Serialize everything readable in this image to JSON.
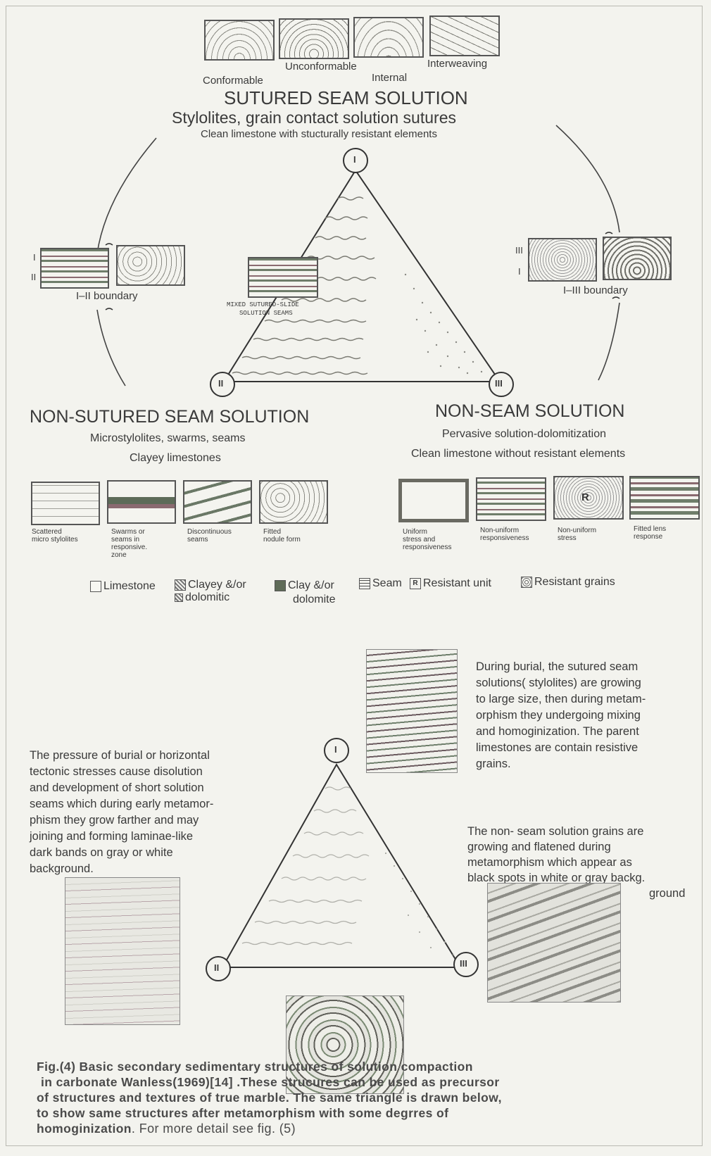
{
  "top_thumbnails": {
    "labels": [
      "Conformable",
      "Unconformable",
      "Internal",
      "Interweaving"
    ]
  },
  "sutured": {
    "title": "SUTURED SEAM SOLUTION",
    "subtitle": "Stylolites, grain contact solution sutures",
    "desc": "Clean limestone with stucturally resistant elements"
  },
  "vertices": {
    "i": "I",
    "ii": "II",
    "iii": "III"
  },
  "boundaries": {
    "i_ii": {
      "label": "I–II boundary",
      "roman_top": "I",
      "roman_bottom": "II"
    },
    "i_iii": {
      "label": "I–III boundary",
      "roman_top": "III",
      "roman_bottom": "I"
    }
  },
  "mixed_label_line1": "MIXED SUTURED-SLIDE",
  "mixed_label_line2": "SOLUTION SEAMS",
  "non_sutured": {
    "title": "NON-SUTURED SEAM SOLUTION",
    "subtitle": "Microstylolites, swarms, seams",
    "desc": "Clayey limestones",
    "items": [
      {
        "line1": "Scattered",
        "line2": "micro stylolites",
        "line3": "",
        "line4": ""
      },
      {
        "line1": "Swarms or",
        "line2": "seams in",
        "line3": "responsive.",
        "line4": "zone"
      },
      {
        "line1": "Discontinuous",
        "line2": "seams",
        "line3": "",
        "line4": ""
      },
      {
        "line1": "Fitted",
        "line2": "nodule form",
        "line3": "",
        "line4": ""
      }
    ]
  },
  "non_seam": {
    "title": "NON-SEAM SOLUTION",
    "subtitle": "Pervasive solution-dolomitization",
    "desc": "Clean limestone without resistant elements",
    "items": [
      {
        "line1": "Uniform",
        "line2": "stress and",
        "line3": "responsiveness"
      },
      {
        "line1": "Non-uniform",
        "line2": "responsiveness",
        "line3": ""
      },
      {
        "line1": "Non-uniform",
        "line2": "stress",
        "line3": ""
      },
      {
        "line1": "Fitted lens",
        "line2": "response",
        "line3": ""
      }
    ],
    "r_mark": "R"
  },
  "legend": {
    "limestone": "Limestone",
    "clayey_l1": "Clayey &/or",
    "clayey_l2": "dolomitic",
    "clay_l1": "Clay &/or",
    "clay_l2": "dolomite",
    "seam": "Seam",
    "resistant_unit": "Resistant unit",
    "resistant_unit_mark": "R",
    "resistant_grains": "Resistant grains"
  },
  "lower": {
    "text_right_top": [
      "During  burial, the sutured seam",
      "solutions( stylolites) are growing",
      "to large size, then during metam-",
      "orphism they undergoing  mixing",
      "and homoginization. The parent",
      "limestones are contain resistive",
      "grains."
    ],
    "text_left": [
      "The pressure of burial or horizontal",
      "tectonic stresses cause disolution",
      "and  development of short solution",
      "seams which during early  metamor-",
      "phism  they  grow farther  and may",
      "joining and   forming laminae-like",
      "dark  bands  on   gray  or  white",
      "background."
    ],
    "text_right_mid": [
      "The non- seam solution grains are",
      "growing and flatened during",
      "metamorphism which appear  as",
      "black spots in white or gray backg.",
      "ground"
    ]
  },
  "caption": [
    "Fig.(4) Basic secondary sedimentary structures of solution compaction",
    "in carbonate Wanless(1969)[14]  .These strucures can be used as precursor",
    "of structures and textures of true marble.  The same triangle is drawn below,",
    "to   show    same   structures after metamorphism with some degrres of",
    "homoginization"
  ],
  "caption_tail": ". For more detail see fig. (5)"
}
